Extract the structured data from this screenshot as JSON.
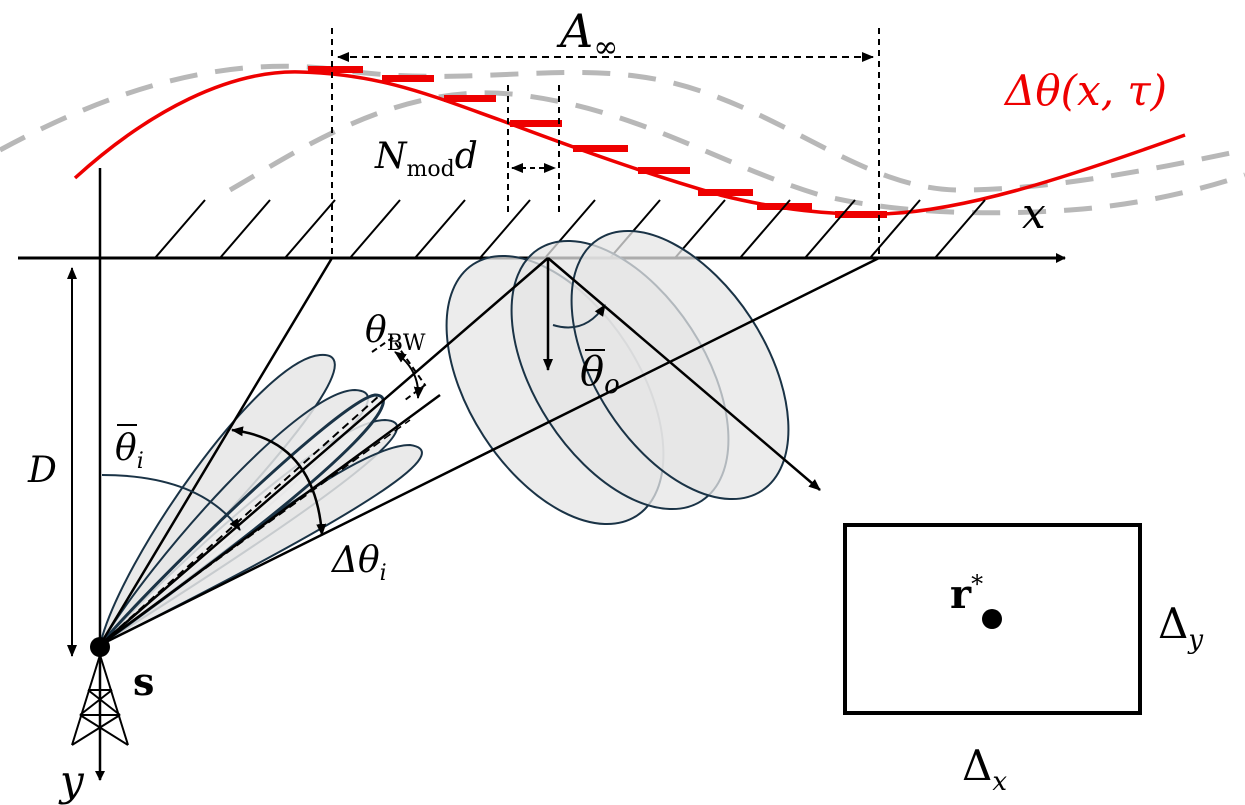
{
  "labels": {
    "aperture": {
      "main": "A",
      "sub": "∞"
    },
    "phase_profile": "Δθ(x, τ)",
    "n_mod": {
      "main": "N",
      "sub": "mod",
      "suffix": "d"
    },
    "x_axis": "x",
    "y_axis": "y",
    "distance": "D",
    "beamwidth": {
      "main": "θ",
      "sub": "BW"
    },
    "incident_angle": {
      "main": "θ",
      "sub": "i"
    },
    "outgoing_angle": {
      "main": "θ",
      "sub": "o"
    },
    "angle_spread": {
      "main": "Δθ",
      "sub": "i"
    },
    "source": "s",
    "target": {
      "main": "r",
      "sup": "*"
    },
    "delta_x": {
      "main": "Δ",
      "sub": "x"
    },
    "delta_y": {
      "main": "Δ",
      "sub": "y"
    }
  },
  "colors": {
    "phase_curve": "#ee0000",
    "ghost_curve": "#b8b8b8",
    "lobe_fill": "#e6e6e6",
    "lobe_stroke": "#1a3346",
    "ink": "#000000"
  }
}
